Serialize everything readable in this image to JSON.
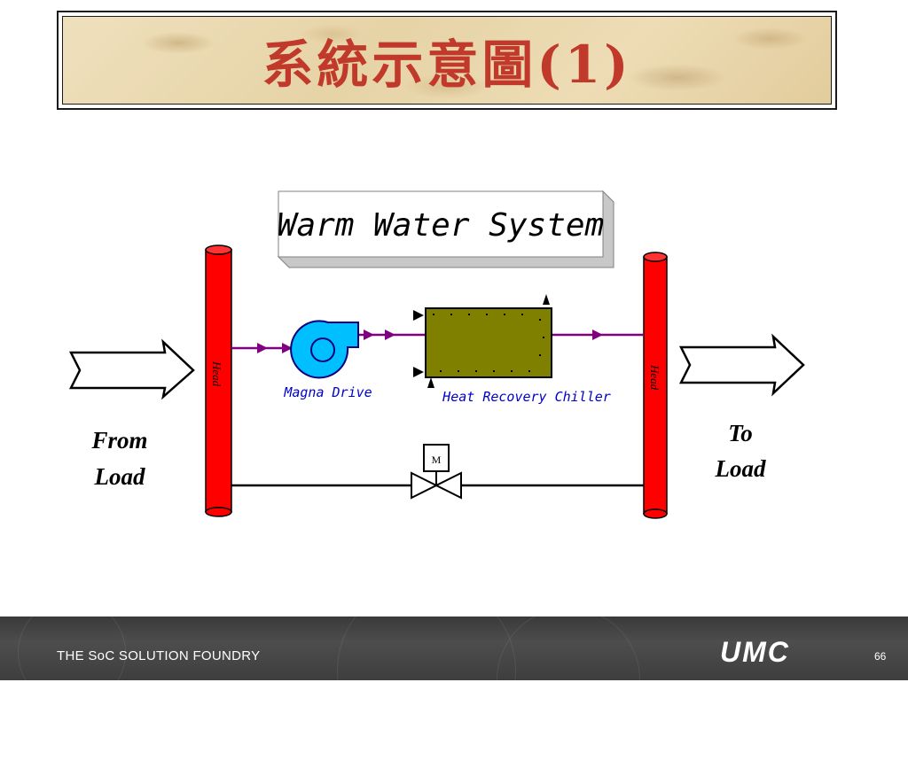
{
  "slide": {
    "title": "系統示意圖(1)",
    "page_number": "66"
  },
  "diagram": {
    "system_label": "Warm Water System",
    "header_left_label": "Head",
    "header_right_label": "Head",
    "pump_label": "Magna Drive",
    "chiller_label": "Heat Recovery Chiller",
    "valve_label": "M",
    "from_load_line1": "From",
    "from_load_line2": "Load",
    "to_load_line1": "To",
    "to_load_line2": "Load",
    "colors": {
      "header_pipe": "#ff0000",
      "flow_line": "#800080",
      "pump": "#00bfff",
      "chiller": "#808000",
      "label_blue": "#0000cc",
      "title_red": "#c0392b"
    }
  },
  "footer": {
    "tagline": "THE SoC SOLUTION FOUNDRY",
    "logo": "UMC"
  }
}
